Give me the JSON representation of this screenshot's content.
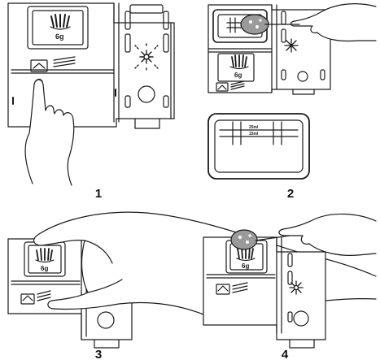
{
  "panels": [
    {
      "step_label": "1",
      "detergent_marking": "6g"
    },
    {
      "step_label": "2",
      "detergent_marking": "6g",
      "fill_marks": [
        "25ml",
        "15ml"
      ]
    },
    {
      "step_label": "3",
      "detergent_marking": "6g"
    },
    {
      "step_label": "4",
      "detergent_marking": "6g"
    }
  ],
  "colors": {
    "line": "#1a1a1a",
    "fill": "#ffffff",
    "tablet": "#9a9a9a"
  }
}
